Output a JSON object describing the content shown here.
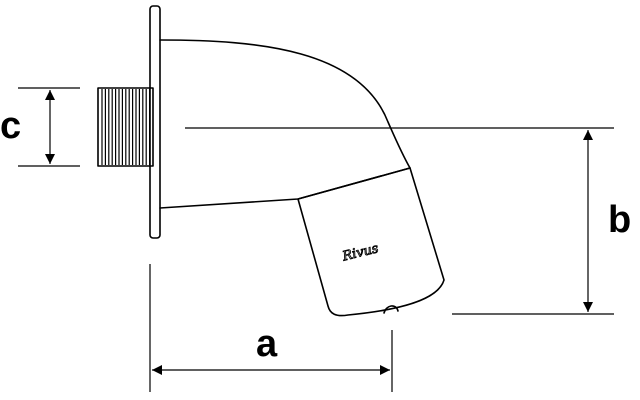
{
  "diagram": {
    "dimension_labels": {
      "a": "a",
      "b": "b",
      "c": "c"
    },
    "brand_mark": "Rivus",
    "line_color": "#000000",
    "background_color": "#ffffff"
  }
}
